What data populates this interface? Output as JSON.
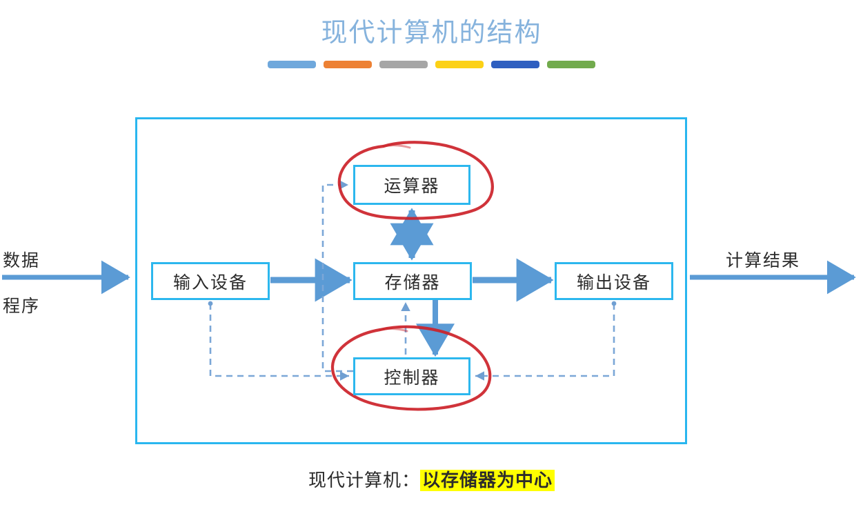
{
  "header": {
    "title": "现代计算机的结构",
    "title_color": "#86b3dd",
    "bars": [
      {
        "name": "bar-blue-light",
        "color": "#6fa8dc"
      },
      {
        "name": "bar-orange",
        "color": "#ed8134"
      },
      {
        "name": "bar-gray",
        "color": "#a6a6a6"
      },
      {
        "name": "bar-yellow",
        "color": "#fcd116"
      },
      {
        "name": "bar-blue-dark",
        "color": "#2f5fc0"
      },
      {
        "name": "bar-green",
        "color": "#72ab4d"
      }
    ]
  },
  "diagram": {
    "frame_color": "#29b6ef",
    "node_border_color": "#2cb7ee",
    "arrow_color": "#5b9bd5",
    "dashed_color": "#7ba7d7",
    "annotation_color": "#cc2229",
    "nodes": [
      {
        "id": "alu",
        "label": "运算器",
        "circled": true
      },
      {
        "id": "input",
        "label": "输入设备",
        "circled": false
      },
      {
        "id": "memory",
        "label": "存储器",
        "circled": false
      },
      {
        "id": "output",
        "label": "输出设备",
        "circled": false
      },
      {
        "id": "control",
        "label": "控制器",
        "circled": true
      }
    ],
    "labels": {
      "data": "数据",
      "program": "程序",
      "result": "计算结果"
    }
  },
  "caption": {
    "prefix": "现代计算机：",
    "highlight": "以存储器为中心",
    "highlight_color": "#ffff00"
  }
}
